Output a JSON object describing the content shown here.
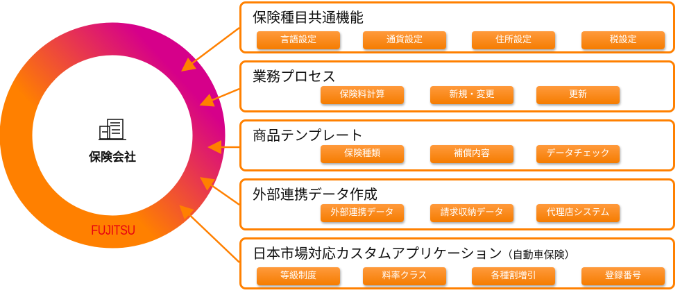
{
  "center": {
    "icon": "building-icon",
    "title": "保険会社",
    "logo": "FUJITSU"
  },
  "colors": {
    "accent": "#ff8000",
    "ring_start": "#ff8000",
    "ring_end": "#d6008a",
    "logo": "#e60012"
  },
  "sections": [
    {
      "title": "保険種目共通機能",
      "buttons": [
        "言語設定",
        "通貨設定",
        "住所設定",
        "税設定"
      ]
    },
    {
      "title": "業務プロセス",
      "buttons": [
        "保険料計算",
        "新規・変更",
        "更新"
      ]
    },
    {
      "title": "商品テンプレート",
      "buttons": [
        "保険種類",
        "補償内容",
        "データチェック"
      ]
    },
    {
      "title": "外部連携データ作成",
      "buttons": [
        "外部連携データ",
        "請求収納データ",
        "代理店システム"
      ]
    },
    {
      "title": "日本市場対応カスタムアプリケーション",
      "subtitle": "（自動車保険）",
      "buttons": [
        "等級制度",
        "料率クラス",
        "各種割増引",
        "登録番号"
      ]
    }
  ]
}
